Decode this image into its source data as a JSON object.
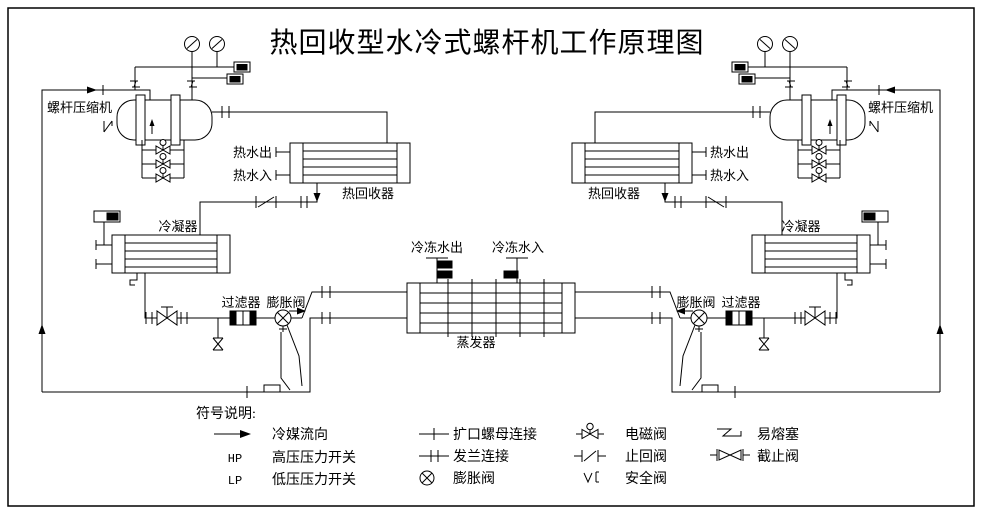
{
  "title": "热回收型水冷式螺杆机工作原理图",
  "components": {
    "compressor": "螺杆压缩机",
    "heat_recovery": "热回收器",
    "condenser": "冷凝器",
    "evaporator": "蒸发器",
    "filter": "过滤器",
    "expansion_valve": "膨胀阀",
    "hot_water_out": "热水出",
    "hot_water_in": "热水入",
    "chilled_water_out": "冷冻水出",
    "chilled_water_in": "冷冻水入"
  },
  "legend": {
    "heading": "符号说明:",
    "hp": "HP",
    "lp": "LP",
    "items": [
      {
        "symbol": "flow-arrow",
        "label": "冷媒流向"
      },
      {
        "symbol": "hp-switch",
        "label": "高压压力开关"
      },
      {
        "symbol": "lp-switch",
        "label": "低压压力开关"
      },
      {
        "symbol": "flare-nut-connection",
        "label": "扩口螺母连接"
      },
      {
        "symbol": "flange-connection",
        "label": "发兰连接"
      },
      {
        "symbol": "expansion-valve",
        "label": "膨胀阀"
      },
      {
        "symbol": "solenoid-valve",
        "label": "电磁阀"
      },
      {
        "symbol": "check-valve",
        "label": "止回阀"
      },
      {
        "symbol": "safety-valve",
        "label": "安全阀"
      },
      {
        "symbol": "fusible-plug",
        "label": "易熔塞"
      },
      {
        "symbol": "stop-valve",
        "label": "截止阀"
      }
    ]
  },
  "colors": {
    "line": "#000000",
    "background": "#ffffff"
  }
}
